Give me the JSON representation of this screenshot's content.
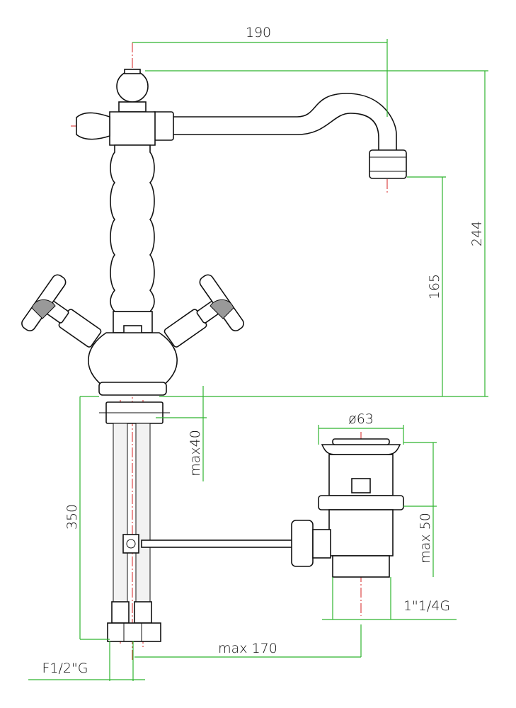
{
  "title": "Faucet technical drawing",
  "dimensions": {
    "spout_reach": "190",
    "total_height": "244",
    "spout_height": "165",
    "max_deck_thickness": "max40",
    "hose_length": "350",
    "drain_diameter": "ø63",
    "drain_max_thickness": "max 50",
    "drain_thread": "1\"1/4G",
    "max_rod_distance": "max 170",
    "inlet_thread": "F1/2\"G"
  },
  "colors": {
    "dimension": "#2fb52f",
    "centerline": "#d42020",
    "outline": "#111111"
  }
}
